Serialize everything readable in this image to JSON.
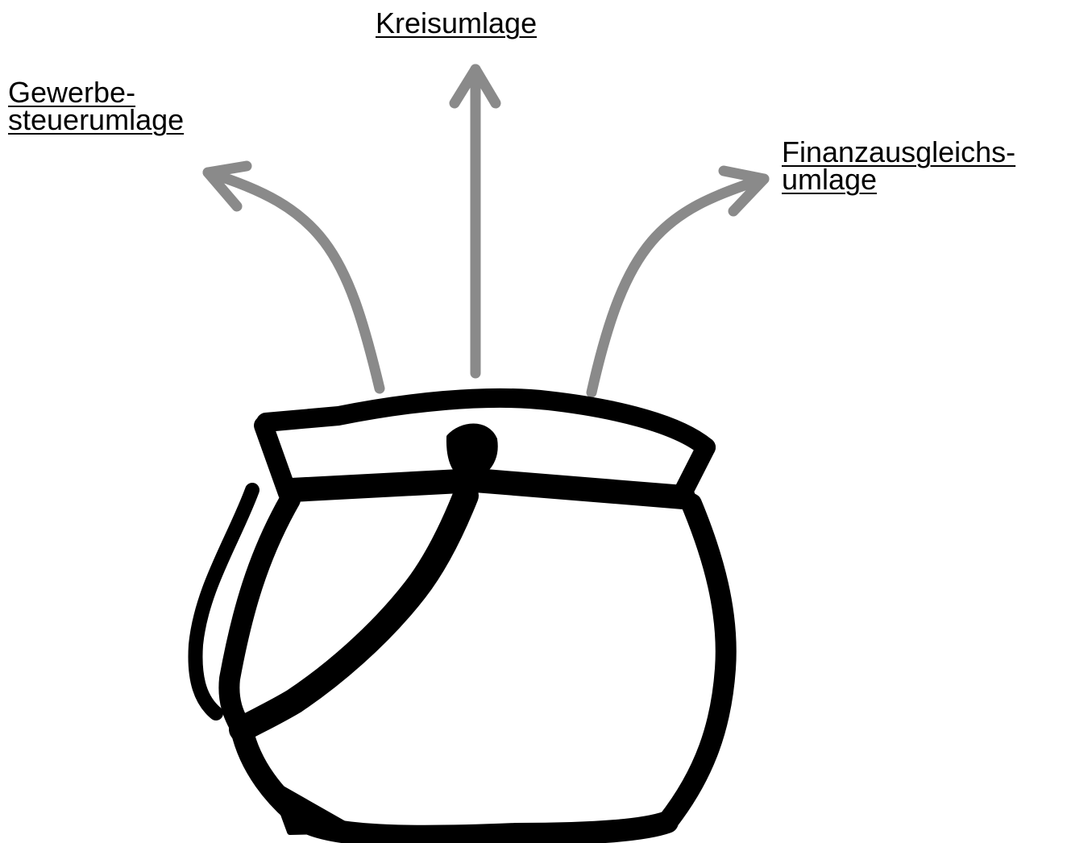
{
  "labels": {
    "kreisumlage": "Kreisumlage",
    "gewerbesteuerumlage_line1": "Gewerbe-",
    "gewerbesteuerumlage_line2": "steuerumlage",
    "finanzausgleichsumlage_line1": "Finanzausgleichs-",
    "finanzausgleichsumlage_line2": "umlage"
  },
  "colors": {
    "arrow": "#8a8a8a",
    "pot": "#000000",
    "text": "#000000",
    "background": "#ffffff"
  },
  "icons": {
    "pot": "money-pot-icon"
  }
}
